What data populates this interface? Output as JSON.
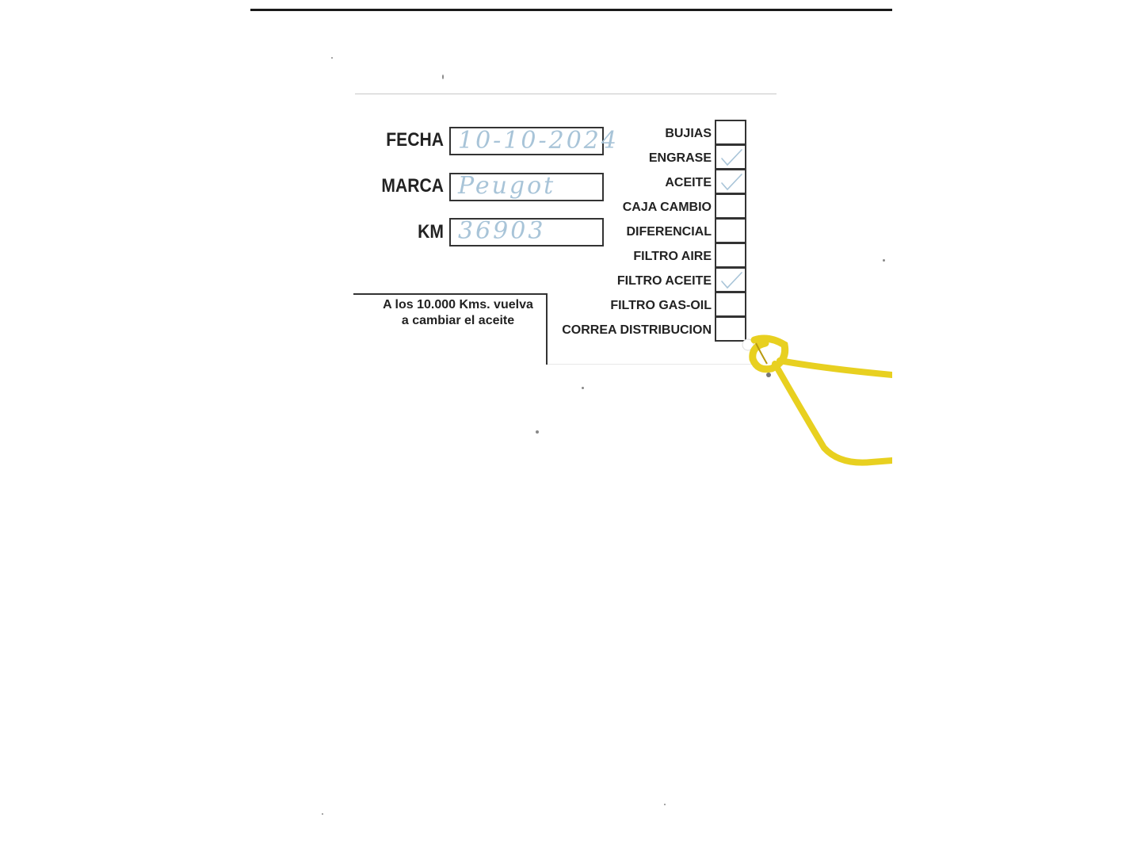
{
  "fields": [
    {
      "label": "FECHA",
      "value": "10-10-2024"
    },
    {
      "label": "MARCA",
      "value": "Peugot"
    },
    {
      "label": "KM",
      "value": "36903"
    }
  ],
  "checklist": [
    {
      "label": "BUJIAS",
      "checked": false
    },
    {
      "label": "ENGRASE",
      "checked": true
    },
    {
      "label": "ACEITE",
      "checked": true
    },
    {
      "label": "CAJA CAMBIO",
      "checked": false
    },
    {
      "label": "DIFERENCIAL",
      "checked": false
    },
    {
      "label": "FILTRO AIRE",
      "checked": false
    },
    {
      "label": "FILTRO ACEITE",
      "checked": true
    },
    {
      "label": "FILTRO GAS-OIL",
      "checked": false
    },
    {
      "label": "CORREA DISTRIBUCION",
      "checked": false
    }
  ],
  "note": {
    "line1": "A los 10.000 Kms. vuelva",
    "line2": "a cambiar el aceite"
  },
  "colors": {
    "ink": "#222222",
    "handwriting": "#a8c4d8",
    "string": "#e8d020"
  }
}
